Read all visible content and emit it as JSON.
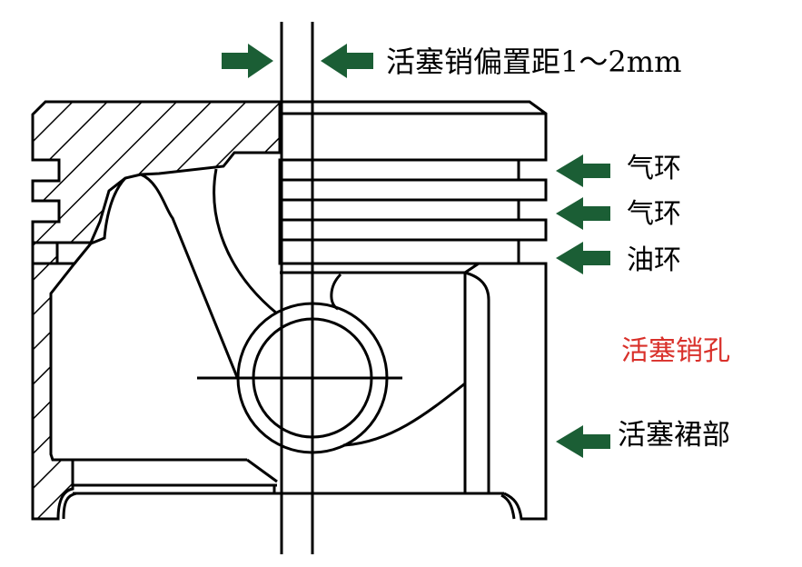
{
  "diagram": {
    "title": "活塞结构示意图",
    "colors": {
      "arrow": "#1b5e35",
      "line": "#000000",
      "pin_hole_label": "#d9302a"
    },
    "labels": {
      "pin_offset": "活塞销偏置距1～2mm",
      "compression_ring_1": "气环",
      "compression_ring_2": "气环",
      "oil_ring": "油环",
      "pin_hole": "活塞销孔",
      "skirt": "活塞裙部"
    },
    "icons": {
      "offset_arrow_right": "arrow-right-icon",
      "offset_arrow_left": "arrow-left-icon",
      "ring_arrows": "arrow-left-icon",
      "skirt_arrow": "arrow-left-icon"
    }
  }
}
